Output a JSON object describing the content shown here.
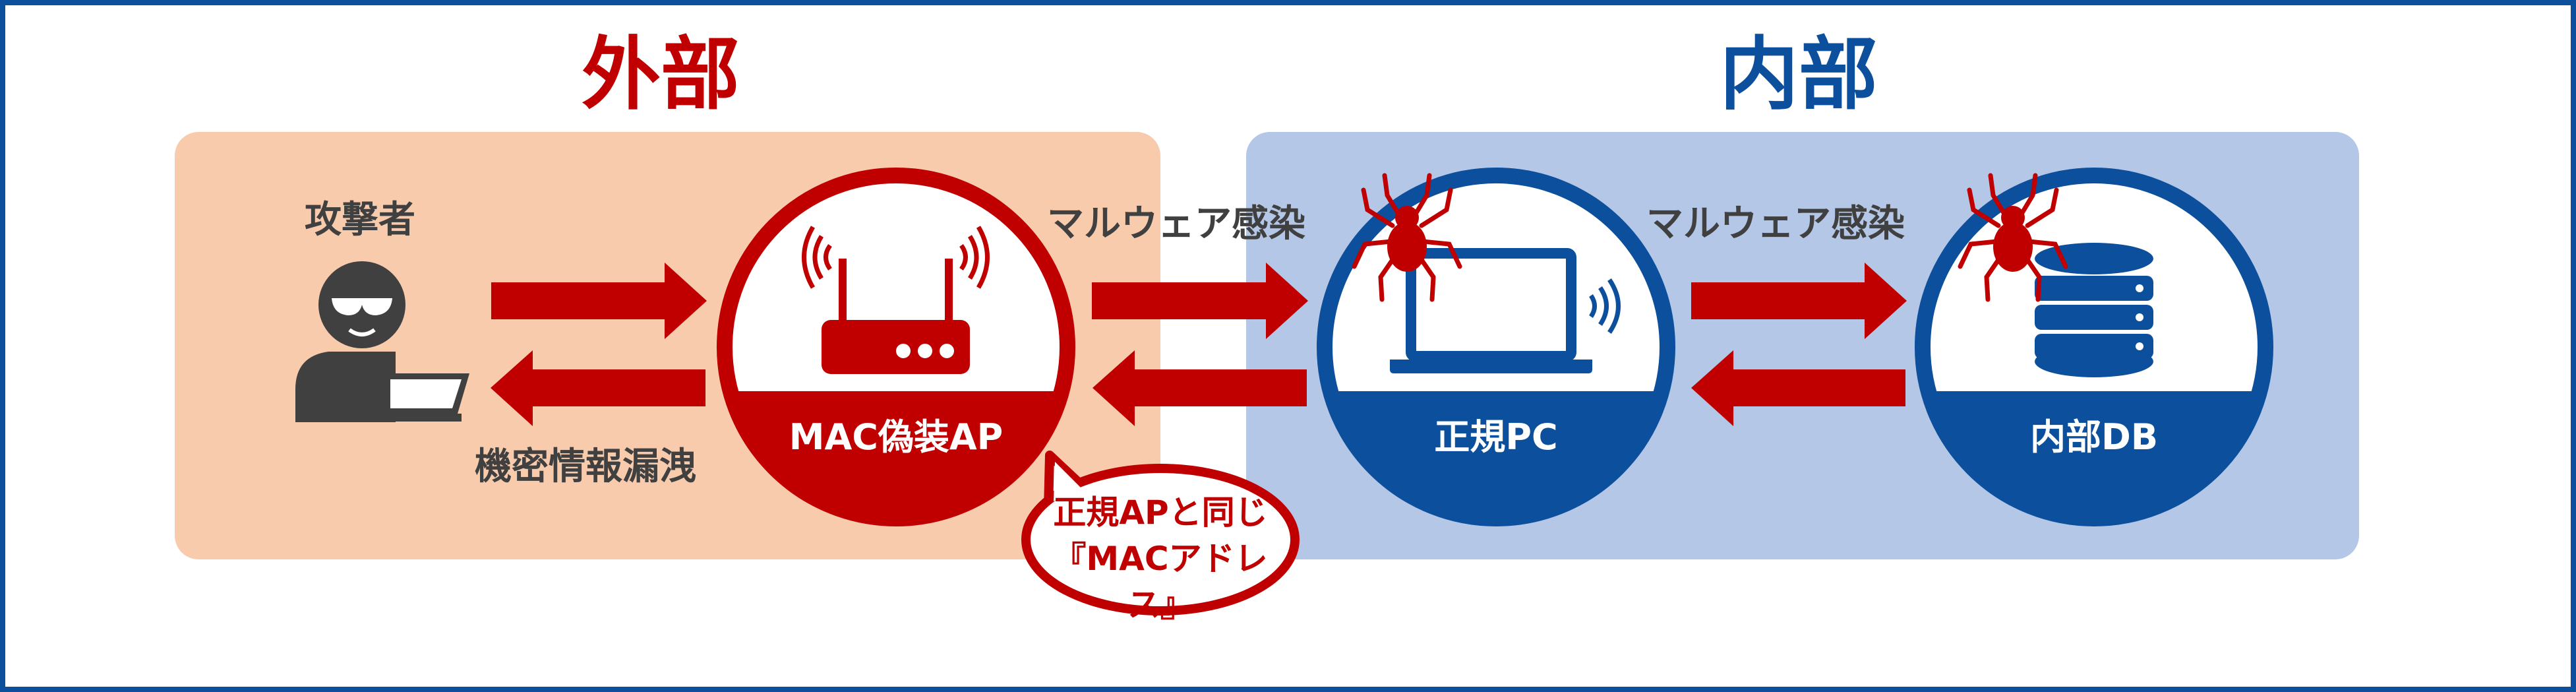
{
  "colors": {
    "border": "#0c4f9c",
    "external_zone": "#f8cbad",
    "internal_zone": "#b4c7e7",
    "red": "#c00000",
    "blue": "#0c4f9c",
    "icon_dark": "#404040"
  },
  "headers": {
    "external": "外部",
    "internal": "内部"
  },
  "labels": {
    "attacker": "攻撃者",
    "data_leak": "機密情報漏洩",
    "malware_1": "マルウェア感染",
    "malware_2": "マルウェア感染"
  },
  "nodes": {
    "mac_ap": "MAC偽装AP",
    "legit_pc": "正規PC",
    "internal_db": "内部DB"
  },
  "callout": {
    "line1": "正規APと同じ",
    "line2": "『MACアドレス』"
  },
  "icons": [
    "attacker-icon",
    "router-icon",
    "laptop-icon",
    "database-icon",
    "spider-icon",
    "spider-icon"
  ]
}
